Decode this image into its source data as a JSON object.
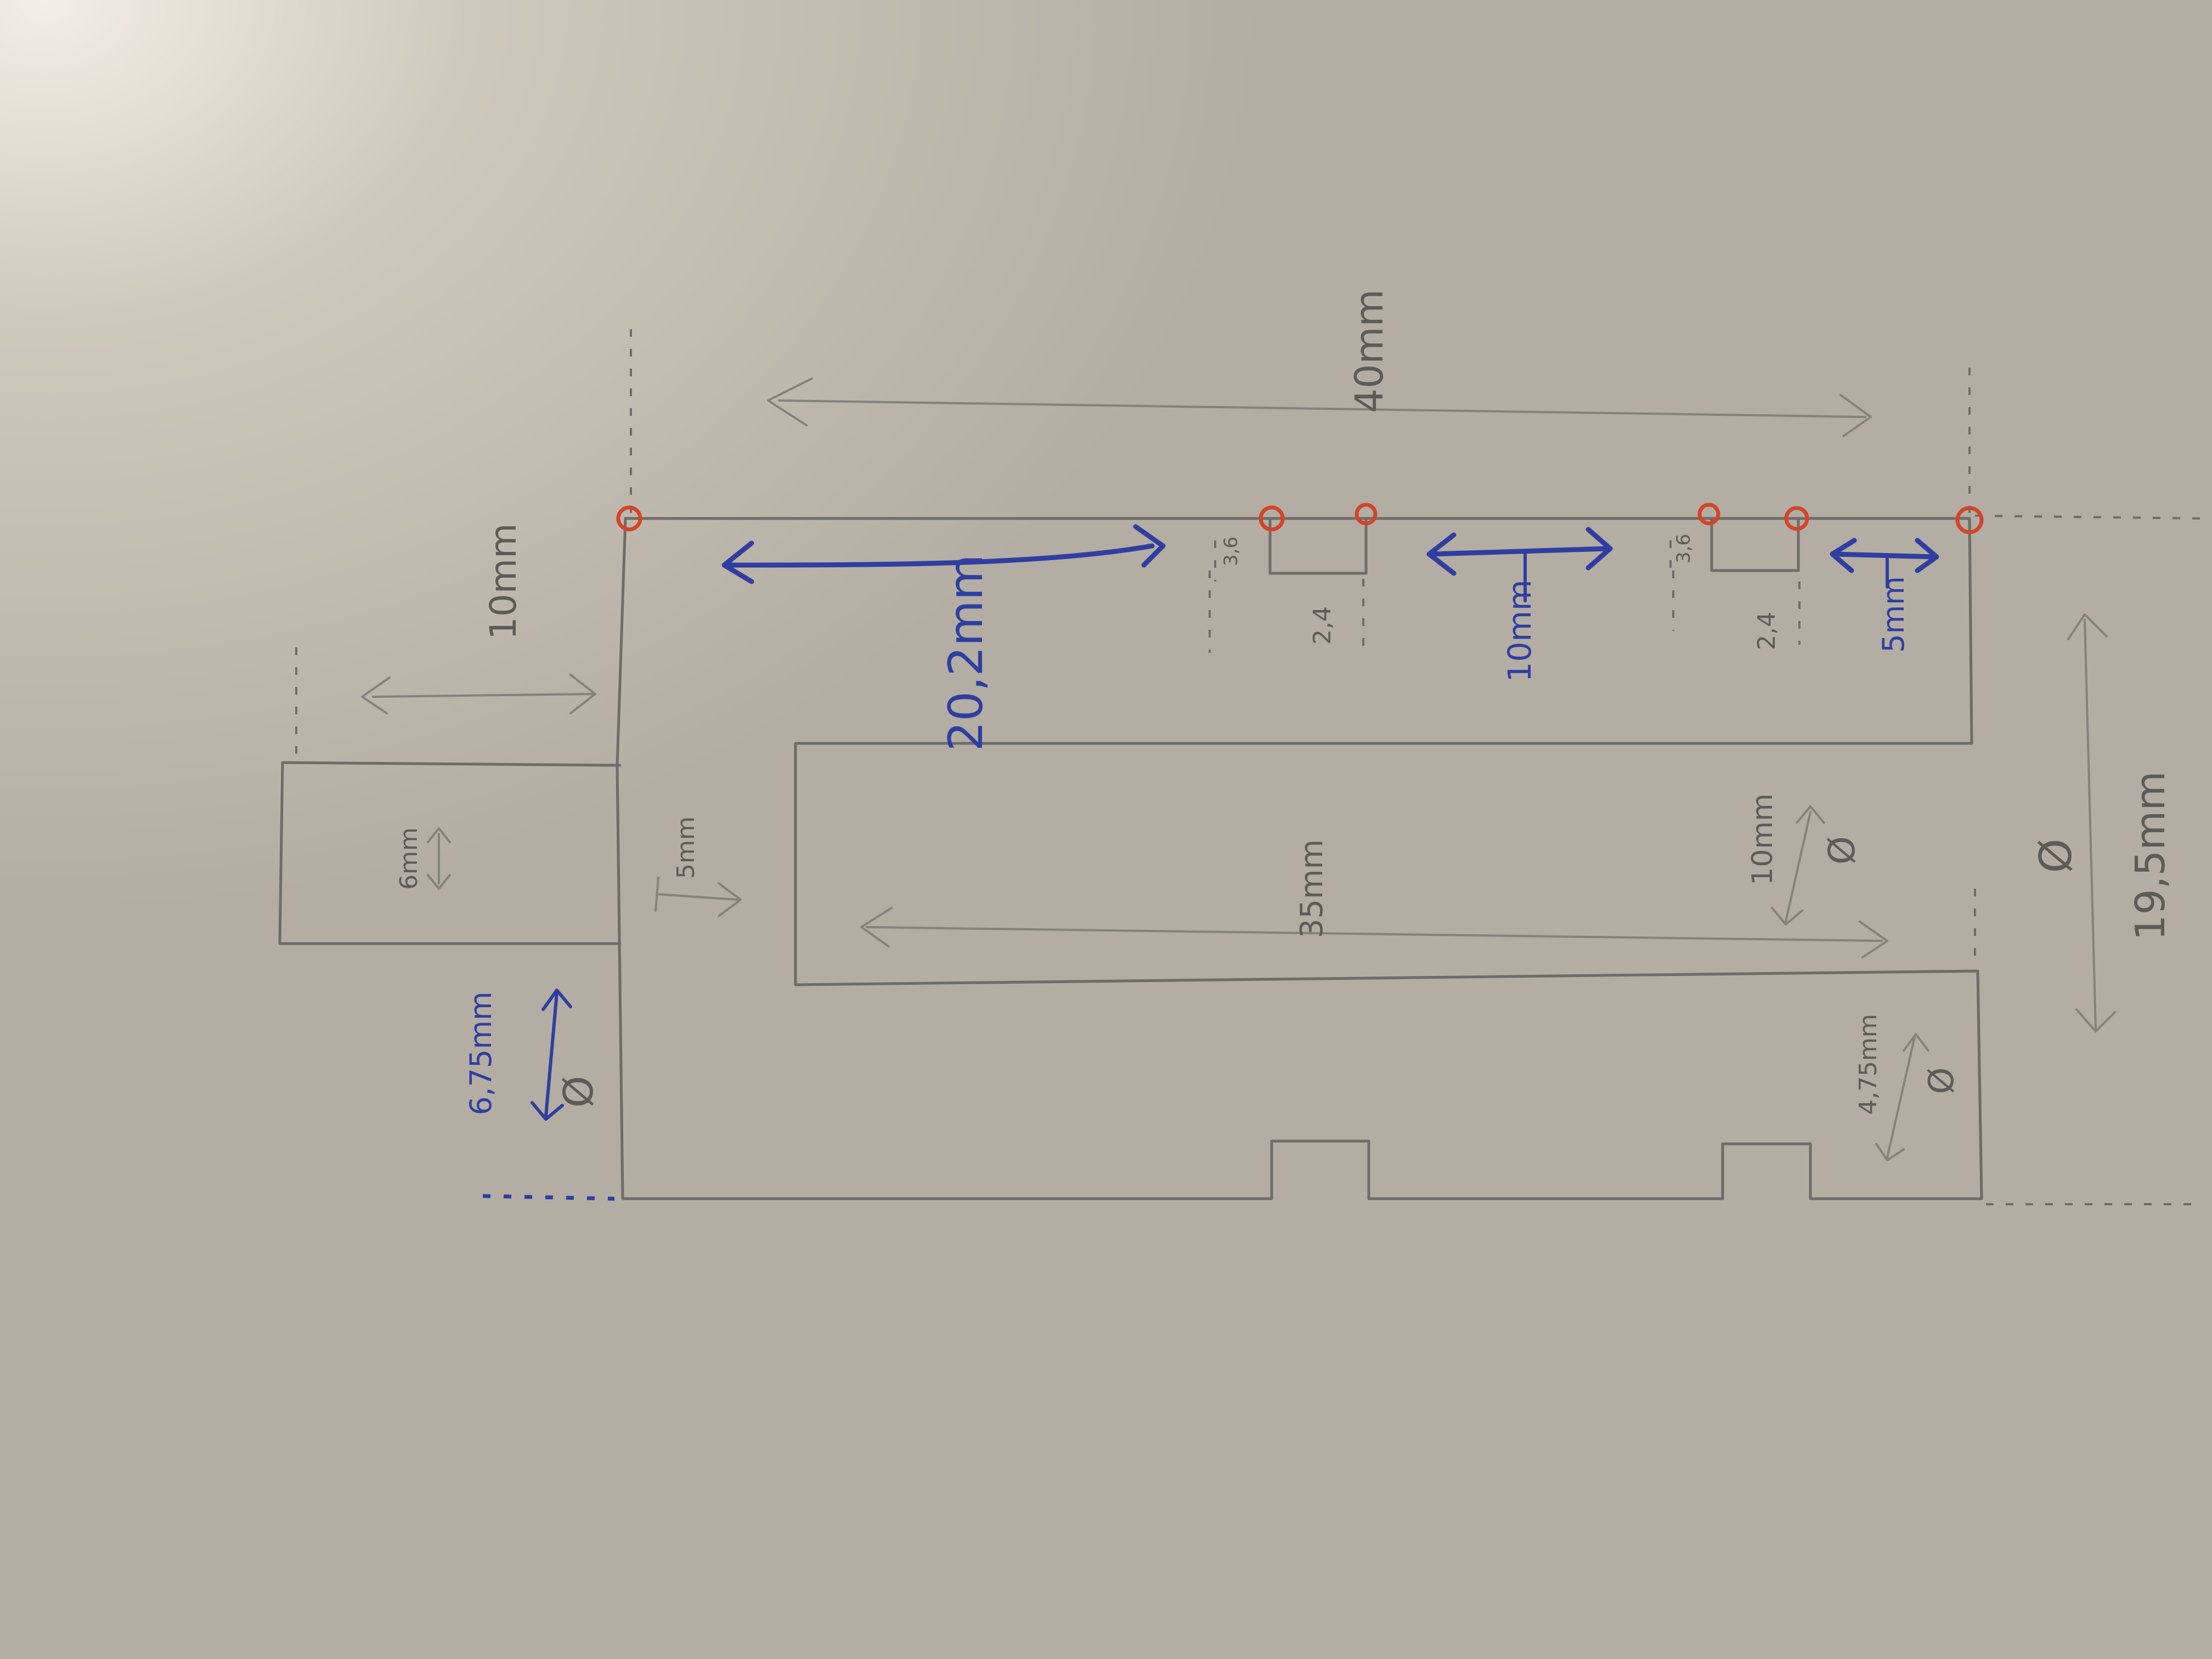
{
  "colors": {
    "paper": "#b9b3a9",
    "pencil": "#6f6c68",
    "blue_ink": "#2f3ea0",
    "red_marker": "#d2452b"
  },
  "labels": {
    "overall_length": "40mm",
    "tab_height": "10mm",
    "tab_width": "6mm",
    "tab_offset": "5mm",
    "tab_diameter": "6,75mm",
    "diameter_symbol": "Ø",
    "left_spacing": "20,2mm",
    "slot1_depth": "3,6",
    "slot1_width": "2,4",
    "slot_spacing": "10mm",
    "slot2_depth": "3,6",
    "slot2_width": "2,4",
    "right_spacing": "5mm",
    "slot_length": "35mm",
    "slot_diameter": "10mm",
    "bottom_diameter": "4,75mm",
    "total_diameter": "19,5mm"
  }
}
